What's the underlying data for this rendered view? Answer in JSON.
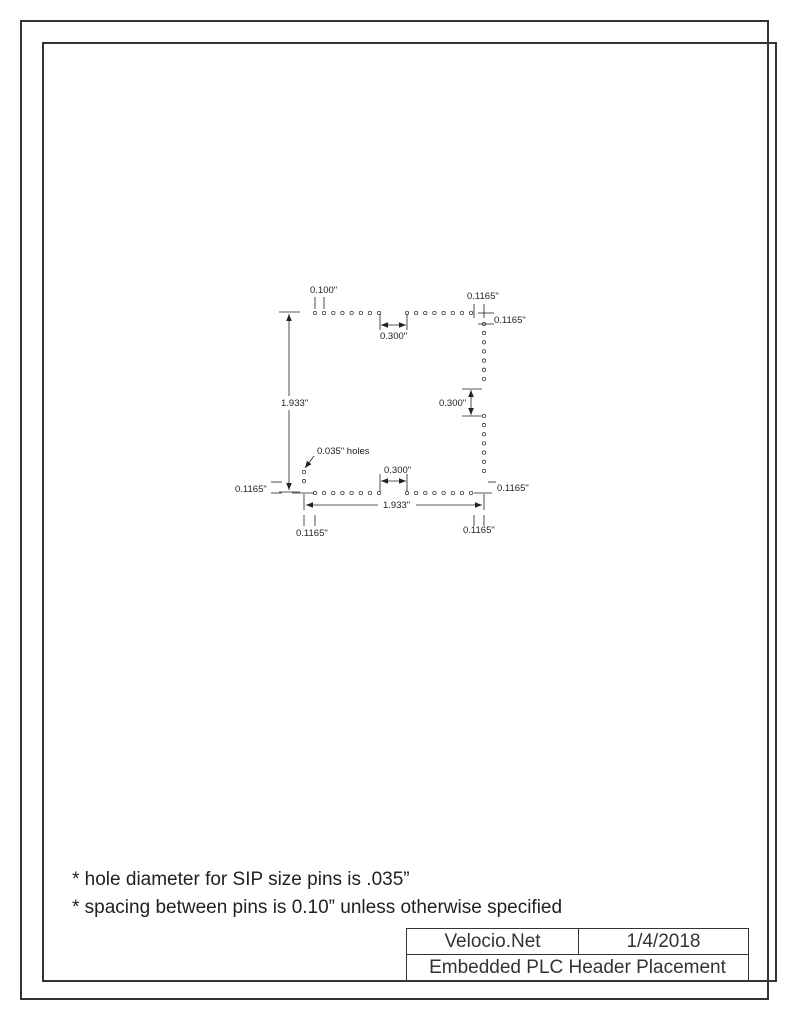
{
  "drawing": {
    "dimension_labels": {
      "pin_pitch": "0.100\"",
      "top_gap": "0.300\"",
      "top_right_x_offset": "0.1165\"",
      "top_right_y_offset": "0.1165\"",
      "right_gap": "0.300\"",
      "height": "1.933\"",
      "hole_callout": "0.035\" holes",
      "bottom_gap": "0.300\"",
      "bottom_left_y_offset": "0.1165\"",
      "bottom_right_y_offset": "0.1165\"",
      "width": "1.933\"",
      "bottom_left_x_offset": "0.1165\"",
      "bottom_right_x_offset": "0.1165\""
    }
  },
  "notes": [
    "* hole diameter for SIP size pins is .035”",
    "* spacing between pins is 0.10” unless otherwise specified"
  ],
  "title_block": {
    "company": "Velocio.Net",
    "date": "1/4/2018",
    "title": "Embedded PLC Header Placement"
  }
}
